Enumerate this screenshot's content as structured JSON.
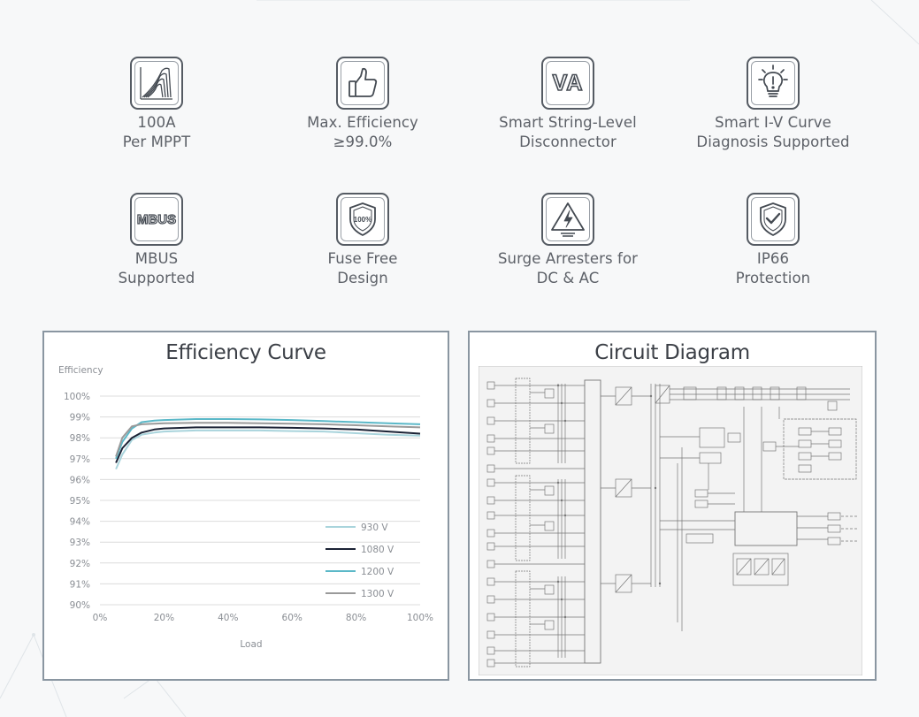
{
  "features": [
    {
      "name": "mppt",
      "icon": "iv-curve-icon",
      "label": "100A\nPer MPPT"
    },
    {
      "name": "efficiency",
      "icon": "thumbs-up-icon",
      "label": "Max. Efficiency\n≥99.0%"
    },
    {
      "name": "disconnector",
      "icon": "va-icon",
      "label": "Smart String-Level\nDisconnector"
    },
    {
      "name": "iv-diagnosis",
      "icon": "lightbulb-icon",
      "label": "Smart I-V Curve\nDiagnosis Supported"
    },
    {
      "name": "mbus",
      "icon": "mbus-icon",
      "label": "MBUS\nSupported"
    },
    {
      "name": "fuse-free",
      "icon": "shield-100-icon",
      "label": "Fuse Free\nDesign"
    },
    {
      "name": "surge",
      "icon": "lightning-warning-icon",
      "label": "Surge Arresters for\nDC & AC"
    },
    {
      "name": "ip66",
      "icon": "shield-check-icon",
      "label": "IP66\nProtection"
    }
  ],
  "icon_text": {
    "va": "VA",
    "mbus": "MBUS",
    "fuse": "100%"
  },
  "efficiency_panel": {
    "title": "Efficiency Curve"
  },
  "circuit_panel": {
    "title": "Circuit Diagram"
  },
  "chart_data": {
    "type": "line",
    "title": "Efficiency Curve",
    "xlabel": "Load",
    "ylabel": "Efficiency",
    "xlim": [
      0,
      100
    ],
    "ylim": [
      90,
      100
    ],
    "x_ticks": [
      "0%",
      "20%",
      "40%",
      "60%",
      "80%",
      "100%"
    ],
    "y_ticks": [
      "90%",
      "91%",
      "92%",
      "93%",
      "94%",
      "95%",
      "96%",
      "97%",
      "98%",
      "99%",
      "100%"
    ],
    "grid": "horizontal",
    "legend_position": "bottom-right",
    "series": [
      {
        "name": "930 V",
        "color": "#a9d4dc",
        "x": [
          5,
          7,
          10,
          13,
          17,
          20,
          30,
          40,
          50,
          60,
          70,
          80,
          90,
          100
        ],
        "y": [
          96.5,
          97.2,
          97.9,
          98.15,
          98.25,
          98.3,
          98.35,
          98.35,
          98.35,
          98.32,
          98.3,
          98.22,
          98.15,
          98.1
        ]
      },
      {
        "name": "1080 V",
        "color": "#1b2235",
        "x": [
          5,
          7,
          10,
          13,
          17,
          20,
          30,
          40,
          50,
          60,
          70,
          80,
          90,
          100
        ],
        "y": [
          96.8,
          97.5,
          98.0,
          98.25,
          98.4,
          98.45,
          98.5,
          98.5,
          98.5,
          98.48,
          98.45,
          98.4,
          98.3,
          98.2
        ]
      },
      {
        "name": "1200 V",
        "color": "#5bb8c8",
        "x": [
          5,
          7,
          10,
          13,
          17,
          20,
          30,
          40,
          50,
          60,
          70,
          80,
          90,
          100
        ],
        "y": [
          97.0,
          97.8,
          98.45,
          98.75,
          98.82,
          98.85,
          98.9,
          98.9,
          98.88,
          98.85,
          98.8,
          98.75,
          98.7,
          98.65
        ]
      },
      {
        "name": "1300 V",
        "color": "#9a9a9a",
        "x": [
          5,
          7,
          10,
          13,
          17,
          20,
          30,
          40,
          50,
          60,
          70,
          80,
          90,
          100
        ],
        "y": [
          97.1,
          98.0,
          98.55,
          98.65,
          98.68,
          98.7,
          98.72,
          98.72,
          98.7,
          98.68,
          98.65,
          98.6,
          98.55,
          98.5
        ]
      }
    ]
  }
}
